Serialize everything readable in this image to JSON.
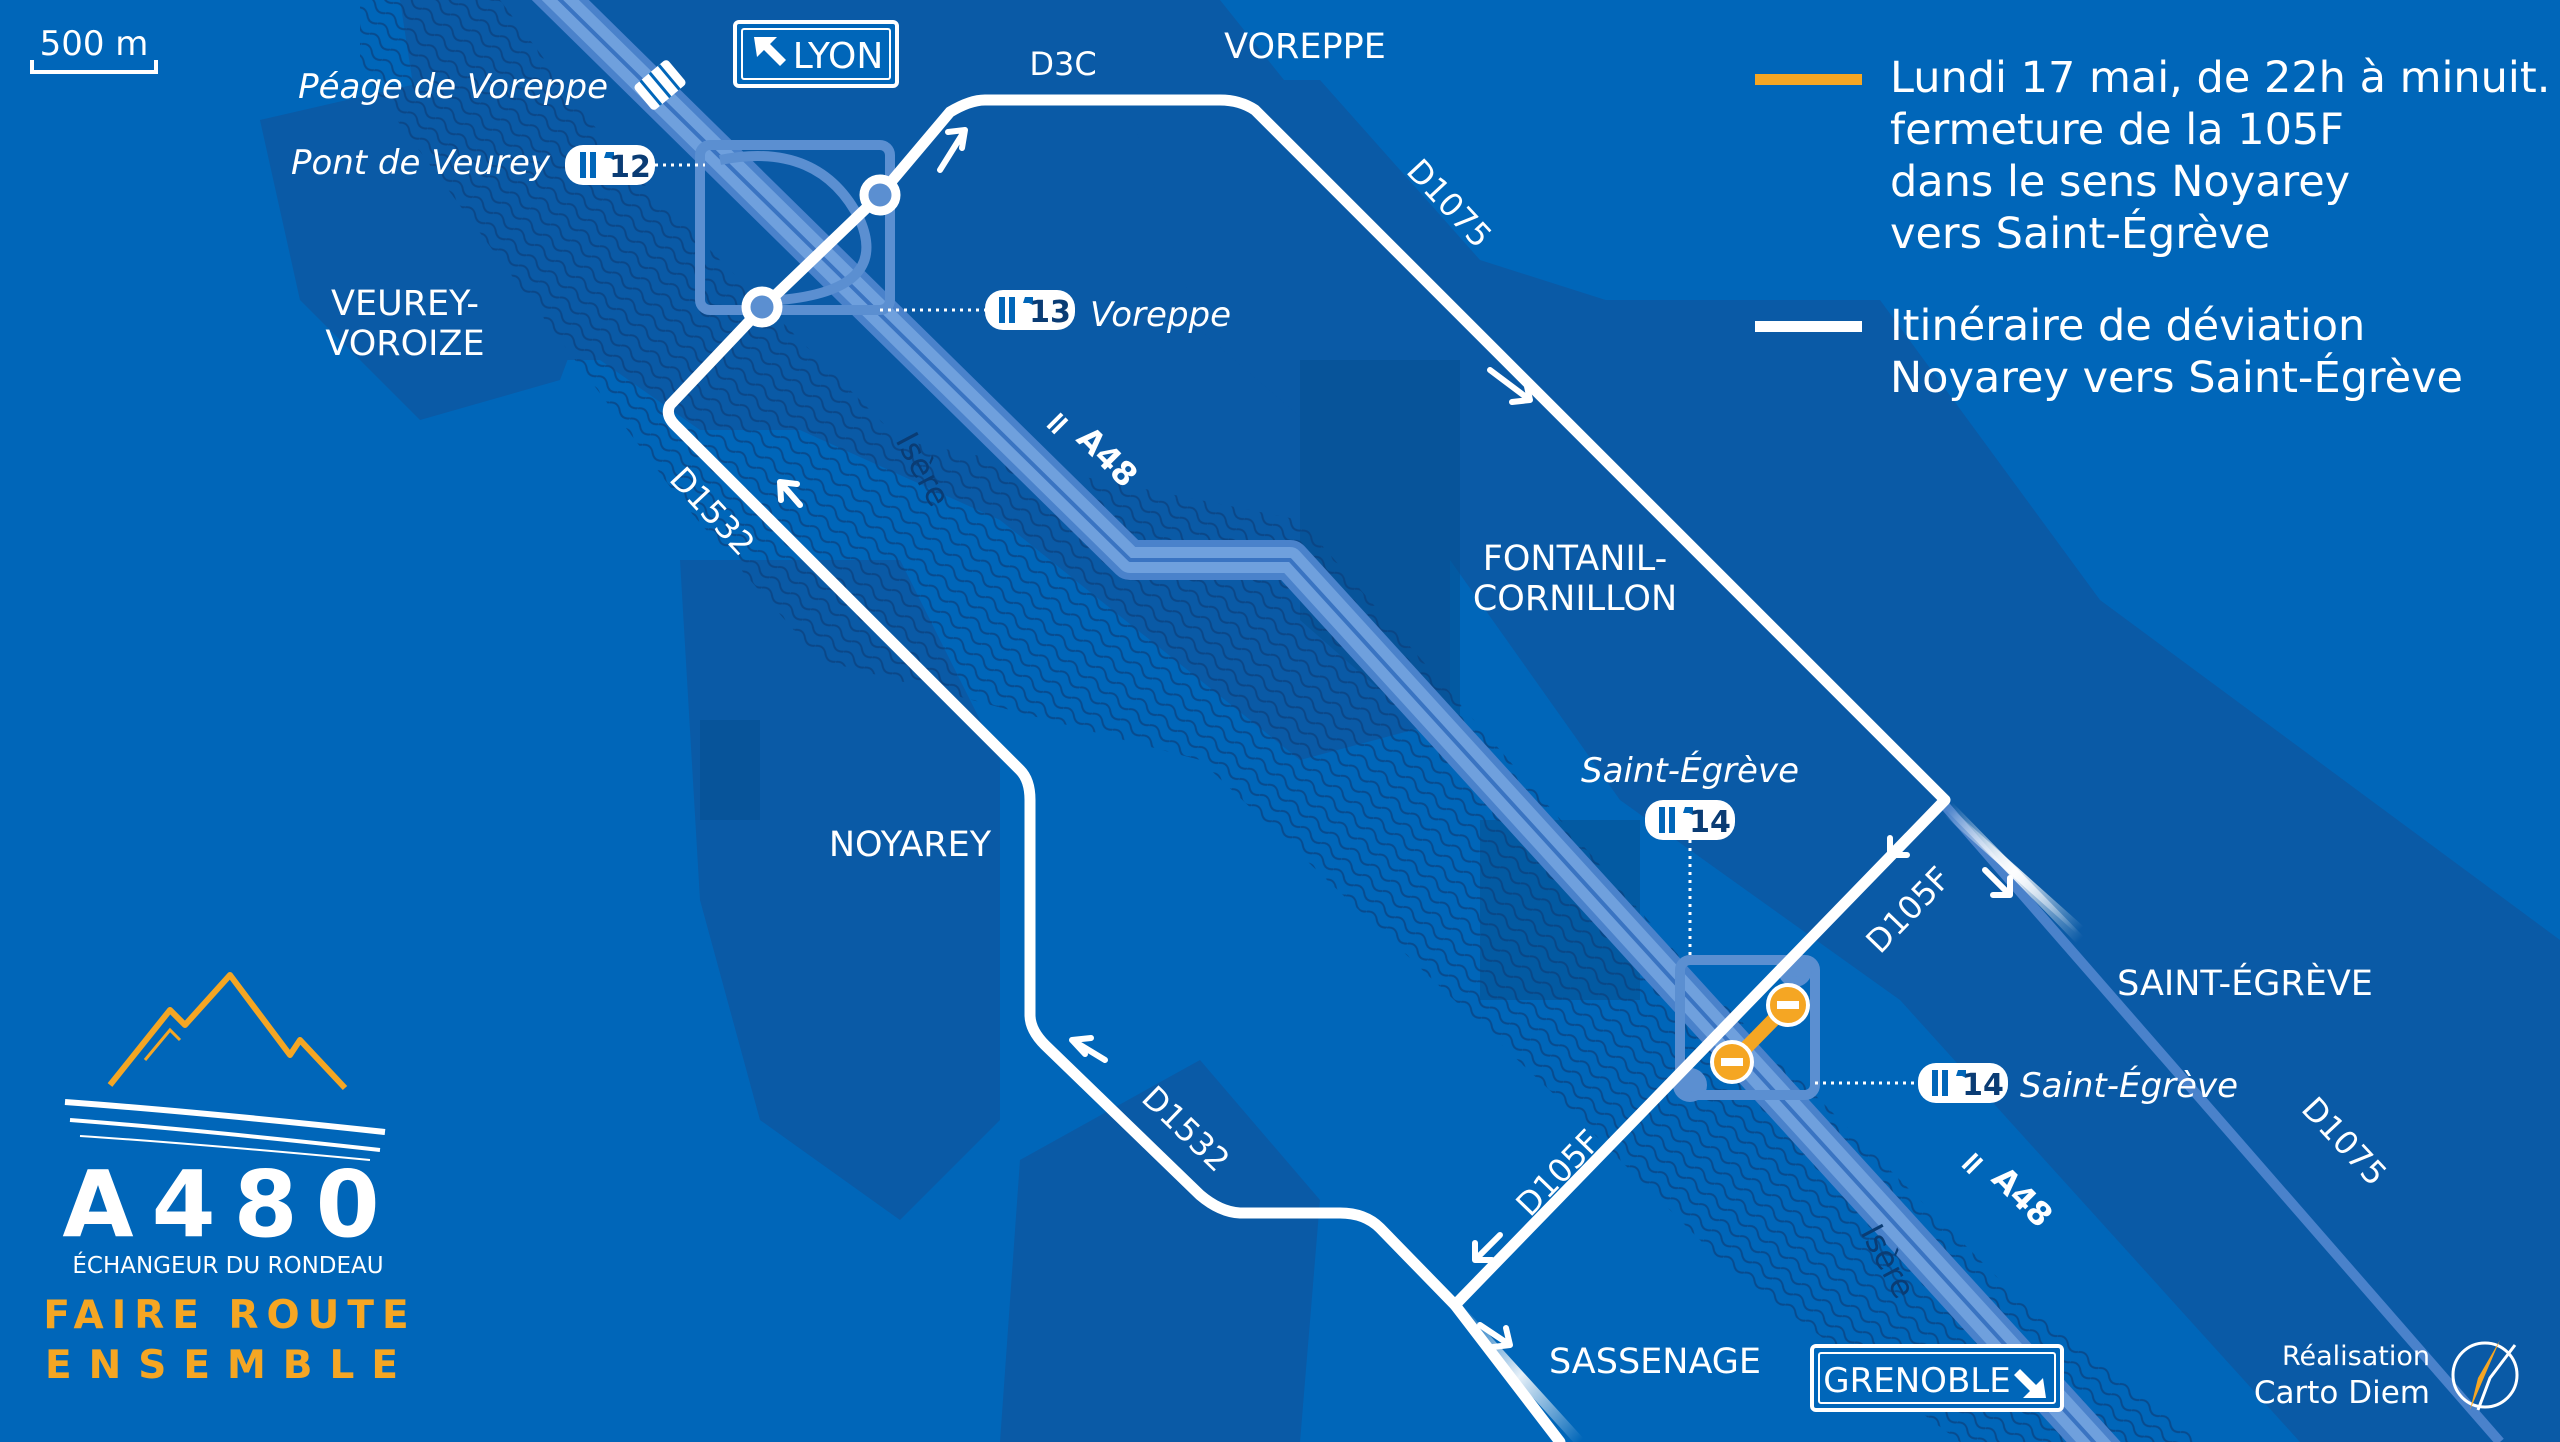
{
  "scale": {
    "label": "500 m"
  },
  "legend": {
    "closure": {
      "color": "#f5a623",
      "lines": [
        "Lundi 17 mai, de 22h à minuit.",
        "fermeture de la 105F",
        "dans le sens Noyarey",
        "vers Saint-Égrève"
      ]
    },
    "detour": {
      "color": "#ffffff",
      "lines": [
        "Itinéraire de déviation",
        "Noyarey vers Saint-Égrève"
      ]
    }
  },
  "places": {
    "voreppe": "VOREPPE",
    "veurey_1": "VEUREY-",
    "veurey_2": "VOROIZE",
    "fontanil_1": "FONTANIL-",
    "fontanil_2": "CORNILLON",
    "noyarey": "NOYAREY",
    "saint_egreve": "SAINT-ÉGRÈVE",
    "sassenage": "SASSENAGE"
  },
  "poi": {
    "peage": "Péage de Voreppe",
    "pont": "Pont de Veurey"
  },
  "exits": {
    "e12": {
      "num": "12"
    },
    "e13": {
      "num": "13",
      "name": "Voreppe"
    },
    "e14_top": {
      "num": "14",
      "name": "Saint-Égrève"
    },
    "e14_right": {
      "num": "14",
      "name": "Saint-Égrève"
    }
  },
  "roads": {
    "d3c": "D3C",
    "d1075_top": "D1075",
    "d1075_bottom": "D1075",
    "d1532_top": "D1532",
    "d1532_bottom": "D1532",
    "d105f_right": "D105F",
    "d105f_left": "D105F",
    "a48_top": "A48",
    "a48_bottom": "A48"
  },
  "river": {
    "name_top": "Isère",
    "name_bottom": "Isère"
  },
  "signs": {
    "lyon": "LYON",
    "grenoble": "GRENOBLE"
  },
  "brand": {
    "code": "A480",
    "subtitle": "ÉCHANGEUR DU RONDEAU",
    "slogan_1": "FAIRE ROUTE",
    "slogan_2": "ENSEMBLE",
    "accent": "#f5a623"
  },
  "credit": {
    "line1": "Réalisation",
    "line2": "Carto Diem"
  },
  "colors": {
    "background": "#0066b9",
    "relief": "#0a5aa6",
    "motorway": "#5b8fd1",
    "detour": "#ffffff",
    "closure": "#f5a623"
  }
}
